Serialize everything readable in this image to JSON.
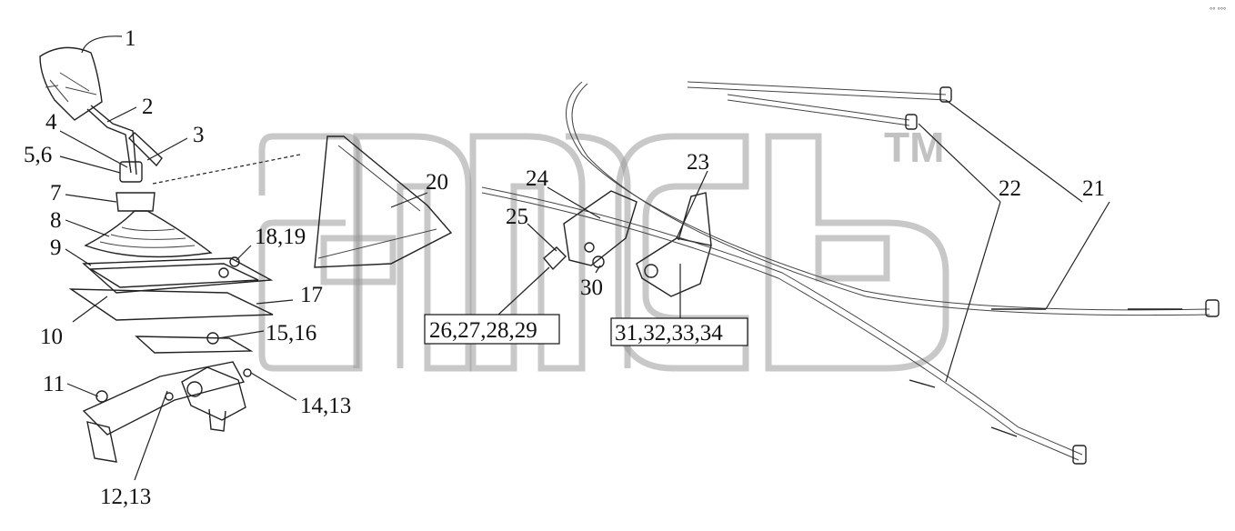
{
  "diagram": {
    "watermark_tm": "TM",
    "corner_mark": "°° °°°",
    "labels": [
      {
        "id": "l1",
        "text": "1"
      },
      {
        "id": "l2",
        "text": "2"
      },
      {
        "id": "l3",
        "text": "3"
      },
      {
        "id": "l4",
        "text": "4"
      },
      {
        "id": "l56",
        "text": "5,6"
      },
      {
        "id": "l7",
        "text": "7"
      },
      {
        "id": "l8",
        "text": "8"
      },
      {
        "id": "l9",
        "text": "9"
      },
      {
        "id": "l10",
        "text": "10"
      },
      {
        "id": "l11",
        "text": "11"
      },
      {
        "id": "l1213",
        "text": "12,13"
      },
      {
        "id": "l1413",
        "text": "14,13"
      },
      {
        "id": "l1516",
        "text": "15,16"
      },
      {
        "id": "l17",
        "text": "17"
      },
      {
        "id": "l1819",
        "text": "18,19"
      },
      {
        "id": "l20",
        "text": "20"
      },
      {
        "id": "l21",
        "text": "21"
      },
      {
        "id": "l22",
        "text": "22"
      },
      {
        "id": "l23",
        "text": "23"
      },
      {
        "id": "l24",
        "text": "24"
      },
      {
        "id": "l25",
        "text": "25"
      },
      {
        "id": "l30",
        "text": "30"
      }
    ],
    "boxed_labels": [
      {
        "id": "b26",
        "text": "26,27,28,29"
      },
      {
        "id": "b31",
        "text": "31,32,33,34"
      }
    ]
  }
}
